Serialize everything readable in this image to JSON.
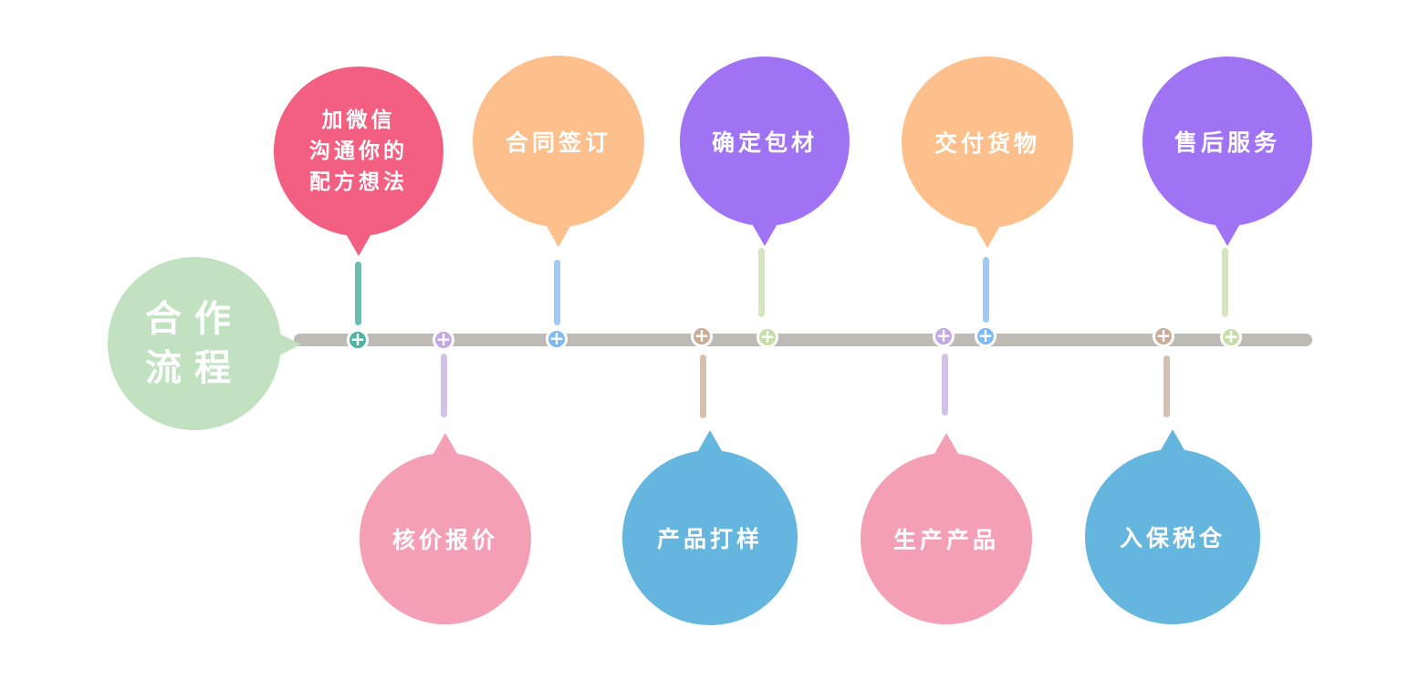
{
  "title": "合作流程",
  "colors": {
    "track": "#bebab6",
    "red": "#f35f80",
    "orange": "#fdc08c",
    "purple": "#a073f5",
    "pink": "#f49fb6",
    "blue": "#64b6df",
    "start": "#c1e1c1"
  },
  "steps": [
    {
      "label": "加微信\n沟通你的\n配方想法",
      "color": "#f35f80"
    },
    {
      "label": "核价报价",
      "color": "#f49fb6"
    },
    {
      "label": "合同签订",
      "color": "#fdc08c"
    },
    {
      "label": "产品打样",
      "color": "#64b6df"
    },
    {
      "label": "确定包材",
      "color": "#a073f5"
    },
    {
      "label": "生产产品",
      "color": "#f49fb6"
    },
    {
      "label": "交付货物",
      "color": "#fdc08c"
    },
    {
      "label": "入保税仓",
      "color": "#64b6df"
    },
    {
      "label": "售后服务",
      "color": "#a073f5"
    }
  ],
  "node_icon": "plus-icon"
}
